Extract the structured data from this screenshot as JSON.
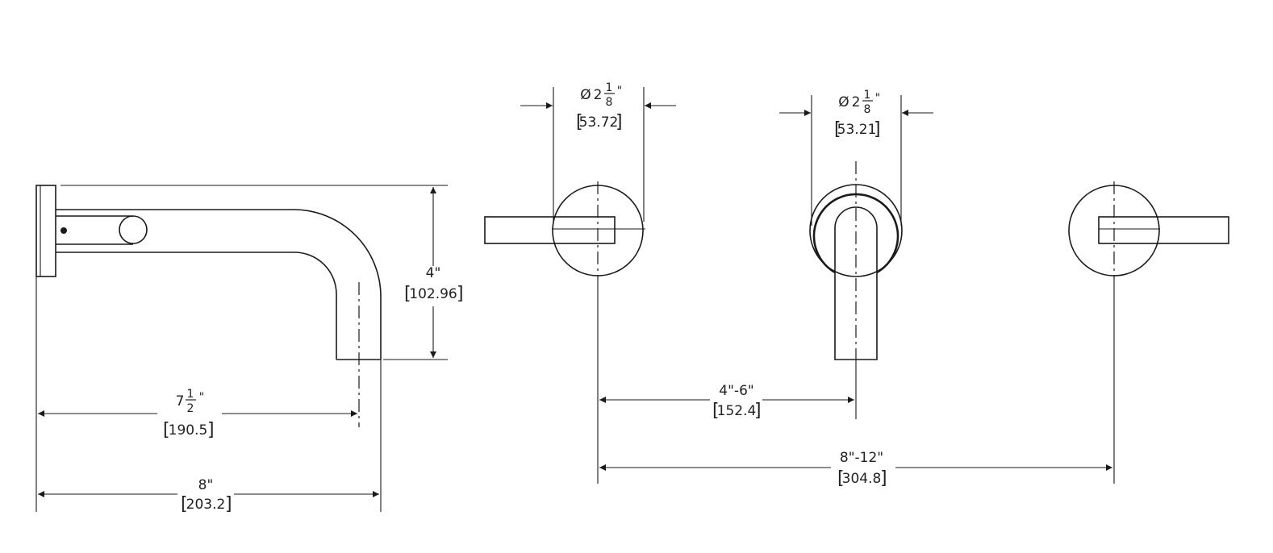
{
  "spout_view": {
    "height_in": "4\"",
    "height_mm": "102.96",
    "reach_whole": "7",
    "reach_num": "1",
    "reach_den": "2",
    "reach_inch_mark": "\"",
    "reach_mm": "190.5",
    "length_in": "8\"",
    "length_mm": "203.2"
  },
  "front_view": {
    "handle_dia_symbol": "Ø",
    "handle_dia_whole": "2",
    "handle_dia_num": "1",
    "handle_dia_den": "8",
    "handle_dia_inch_mark": "\"",
    "handle_dia_mm": "53.72",
    "spout_dia_symbol": "Ø",
    "spout_dia_whole": "2",
    "spout_dia_num": "1",
    "spout_dia_den": "8",
    "spout_dia_inch_mark": "\"",
    "spout_dia_mm": "53.21",
    "center_in": "4\"-6\"",
    "center_mm": "152.4",
    "spread_in": "8\"-12\"",
    "spread_mm": "304.8"
  }
}
